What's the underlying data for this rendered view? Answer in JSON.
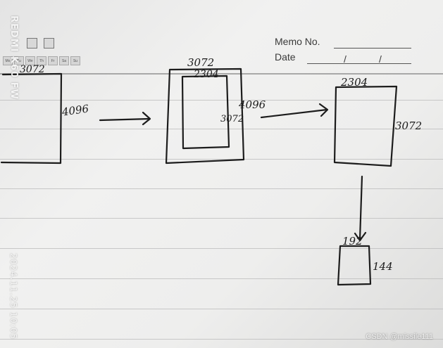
{
  "photo": {
    "description_type": "notebook-sketch"
  },
  "stamps": {
    "brand": "REDMI K60 FW",
    "datetime": "2024.11.25 10:05"
  },
  "header": {
    "memo_label": "Memo No.",
    "date_label": "Date",
    "date_separator_1": "/",
    "date_separator_2": "/"
  },
  "weekdays": [
    "Mo",
    "Tu",
    "We",
    "Th",
    "Fr",
    "Sa",
    "Su"
  ],
  "sketch": {
    "box1": {
      "width_label": "3072",
      "height_label": "4096"
    },
    "box2": {
      "outer_width_label": "3072",
      "outer_height_label": "4096",
      "inner_width_label": "2304",
      "inner_height_label": "3072"
    },
    "box3": {
      "width_label": "2304",
      "height_label": "3072"
    },
    "box4": {
      "width_label": "192",
      "height_label": "144"
    }
  },
  "watermark": "CSDN @missile111"
}
